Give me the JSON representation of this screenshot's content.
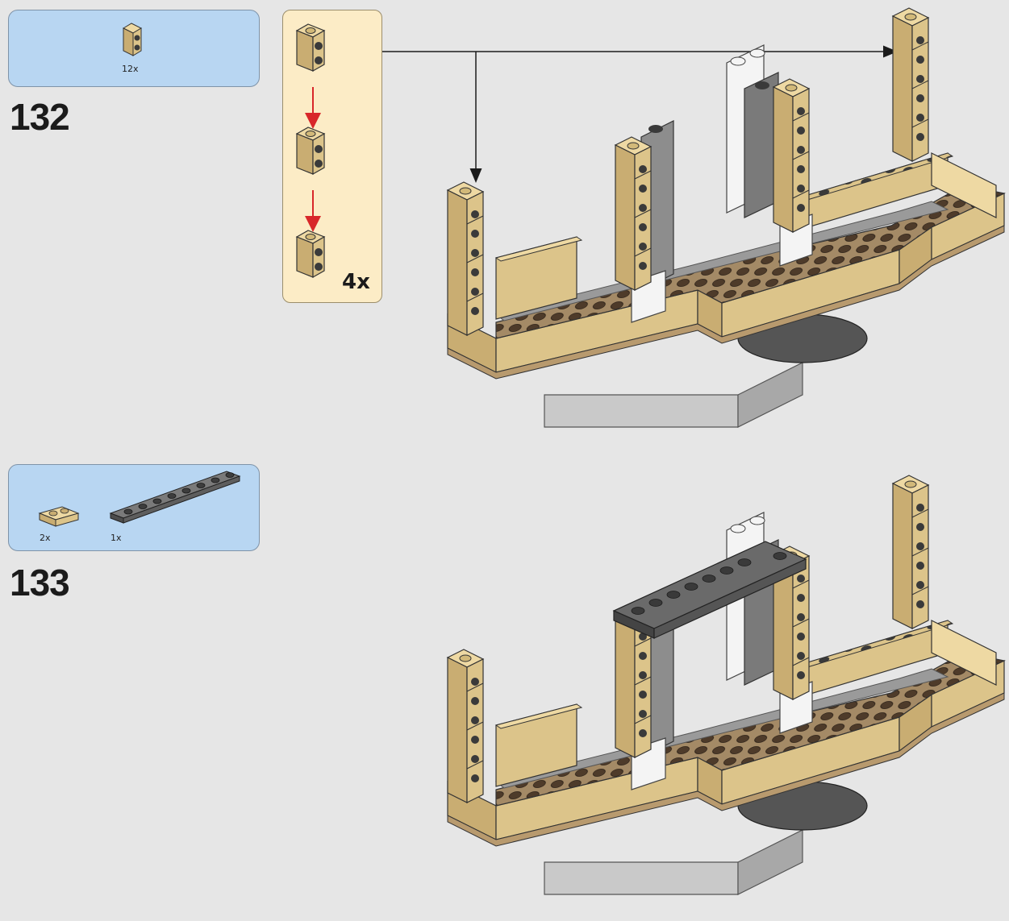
{
  "steps": [
    {
      "number": "132",
      "parts": [
        {
          "qty": "12x",
          "part": "tan 1x1 brick with stud on side"
        }
      ],
      "subassembly_count": "4x"
    },
    {
      "number": "133",
      "parts": [
        {
          "qty": "2x",
          "part": "tan 1x2 plate"
        },
        {
          "qty": "1x",
          "part": "dark gray 1x8 plate"
        }
      ]
    }
  ],
  "colors": {
    "background": "#e6e6e6",
    "parts_box": "#b8d6f2",
    "subassembly_box": "#fcecc6",
    "tan": "#dcc48a",
    "dark_tan": "#a48a66",
    "gray": "#8d8d8d",
    "dark_gray": "#595959",
    "white": "#f4f4f4",
    "arrow_red": "#d8272a"
  }
}
